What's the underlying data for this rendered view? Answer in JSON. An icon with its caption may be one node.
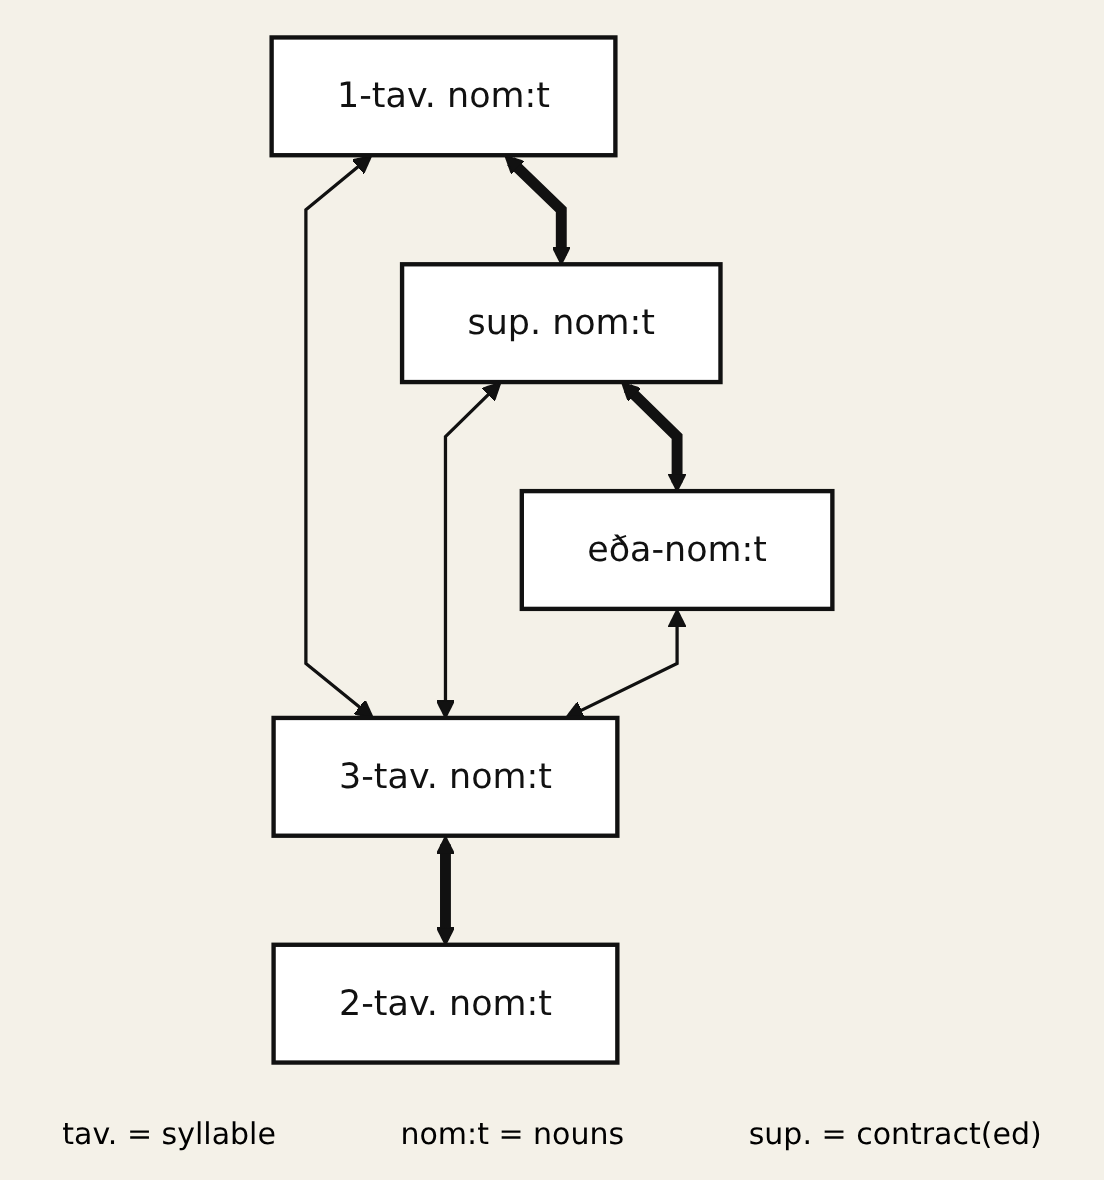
{
  "diagram": {
    "nodes": [
      {
        "text": [
          "1-tav. nom:t"
        ]
      },
      {
        "text": [
          "sup. nom:t"
        ]
      },
      {
        "text": [
          "eða-nom:t"
        ]
      },
      {
        "text": [
          "3-tav. nom:t"
        ]
      },
      {
        "text": [
          "2-tav. nom:t"
        ]
      }
    ],
    "edges": [
      {
        "from": 0,
        "to": 1,
        "arrow": "both",
        "style": "thick"
      },
      {
        "from": 1,
        "to": 2,
        "arrow": "both",
        "style": "thick"
      },
      {
        "from": 0,
        "to": 3,
        "arrow": "both"
      },
      {
        "from": 1,
        "to": 3,
        "arrow": "both"
      },
      {
        "from": 2,
        "to": 3,
        "arrow": "both"
      },
      {
        "from": 3,
        "to": 4,
        "arrow": "both",
        "style": "thick"
      }
    ],
    "labels": [
      "tav. = syllable",
      "nom:t = nouns",
      "sup. = contract(ed)"
    ]
  }
}
